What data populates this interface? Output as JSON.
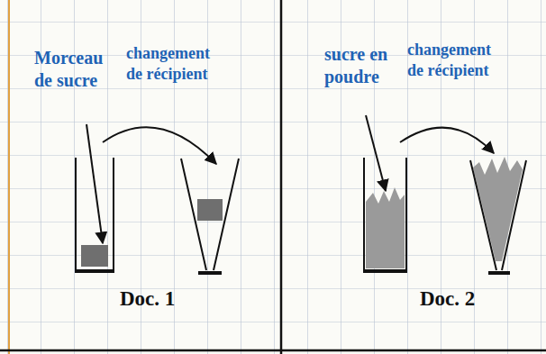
{
  "diagram": {
    "labels": [
      "Morceau de sucre",
      "changement de récipient",
      "Doc. 1",
      "sucre en poudre",
      "changement de récipient",
      "Doc. 2"
    ]
  }
}
